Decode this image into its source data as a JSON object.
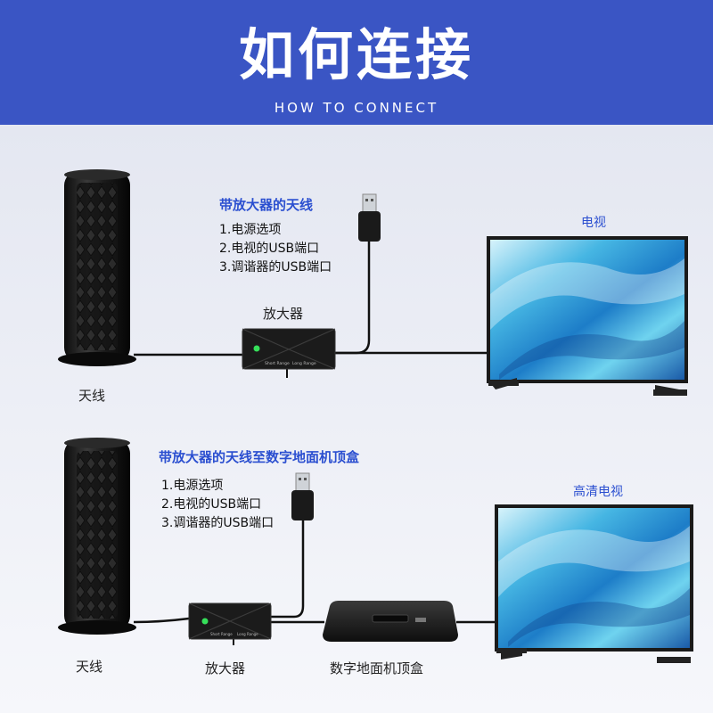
{
  "header": {
    "title": "如何连接",
    "subtitle": "HOW TO CONNECT"
  },
  "colors": {
    "header_bg": "#3a55c4",
    "accent_text": "#2b4fd0",
    "led": "#36e05a"
  },
  "scenario1": {
    "heading": "带放大器的天线",
    "steps": [
      "1.电源选项",
      "2.电视的USB端口",
      "3.调谐器的USB端口"
    ],
    "amplifier_label": "放大器",
    "antenna_label": "天线",
    "tv_label": "电视",
    "amp_switch_left": "Short Range",
    "amp_switch_right": "Long Range"
  },
  "scenario2": {
    "heading": "带放大器的天线至数字地面机顶盒",
    "steps": [
      "1.电源选项",
      "2.电视的USB端口",
      "3.调谐器的USB端口"
    ],
    "amplifier_label": "放大器",
    "antenna_label": "天线",
    "tv_label": "高清电视",
    "settop_label": "数字地面机顶盒",
    "amp_switch_left": "Short Range",
    "amp_switch_right": "Long Range"
  }
}
